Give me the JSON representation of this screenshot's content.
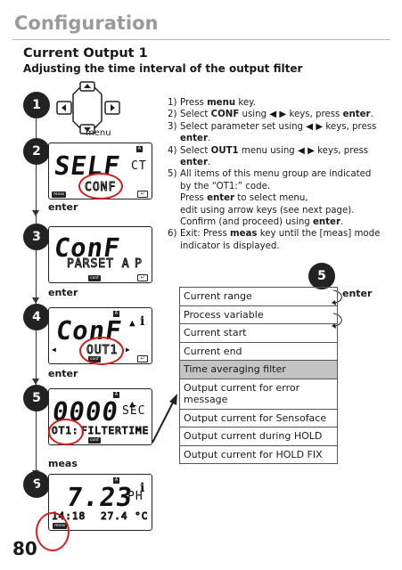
{
  "header": {
    "section": "Configuration",
    "heading": "Current Output 1",
    "subheading": "Adjusting the time interval of the output filter"
  },
  "steps": {
    "s1": "1",
    "s2": "2",
    "s3": "3",
    "s4": "4",
    "s5": "5",
    "s6": "6"
  },
  "labels": {
    "menu": "menu",
    "enter1": "enter",
    "enter2": "enter",
    "enter3": "enter",
    "meas": "meas",
    "menu_enter": "enter"
  },
  "displays": {
    "d2": {
      "big": "SELF",
      "big_suffix": "CT",
      "small": "CONF",
      "tag": "meas",
      "ind": "A"
    },
    "d3": {
      "big": "ConF",
      "small": "PARSET A",
      "small_suffix": "P",
      "tag": "conf"
    },
    "d4": {
      "big": "ConF",
      "small": "OUT1",
      "tag": "conf",
      "ind": "A",
      "info": "i"
    },
    "d5": {
      "big": "0000",
      "unit": "SEC",
      "small_prefix": "OT1:",
      "small": "FILTERTIME",
      "tag": "conf",
      "ind": "A"
    },
    "d6": {
      "big": "7.23",
      "unit": "PH",
      "small": "14:18",
      "small_right": "27.4 °C",
      "tag": "meas",
      "ind": "A",
      "info": "i"
    }
  },
  "instructions": [
    {
      "num": "1)",
      "parts": [
        "Press ",
        "menu",
        " key."
      ]
    },
    {
      "num": "2)",
      "parts": [
        "Select ",
        "CONF",
        " using ◀ ▶ keys, press ",
        "enter",
        "."
      ]
    },
    {
      "num": "3)",
      "parts": [
        "Select parameter set using ◀ ▶ keys, press ",
        "enter",
        "."
      ]
    },
    {
      "num": "4)",
      "parts": [
        "Select ",
        "OUT1",
        " menu using ◀ ▶ keys, press ",
        "enter",
        "."
      ]
    },
    {
      "num": "5)",
      "parts": [
        "All items of this menu group are indicated by the “OT1:” code.\nPress ",
        "enter",
        " to select menu,\nedit using arrow keys (see next page).\nConfirm (and proceed) using ",
        "enter",
        "."
      ]
    },
    {
      "num": "6)",
      "parts": [
        "Exit: Press ",
        "meas",
        " key until the [meas] mode indicator is displayed."
      ]
    }
  ],
  "menu_items": [
    "Current range",
    "Process variable",
    "Current start",
    "Current end",
    "Time averaging filter",
    "Output current for error message",
    "Output current for Sensoface",
    "Output current during HOLD",
    "Output current for HOLD FIX"
  ],
  "highlight_index": 4,
  "page_number": "80"
}
